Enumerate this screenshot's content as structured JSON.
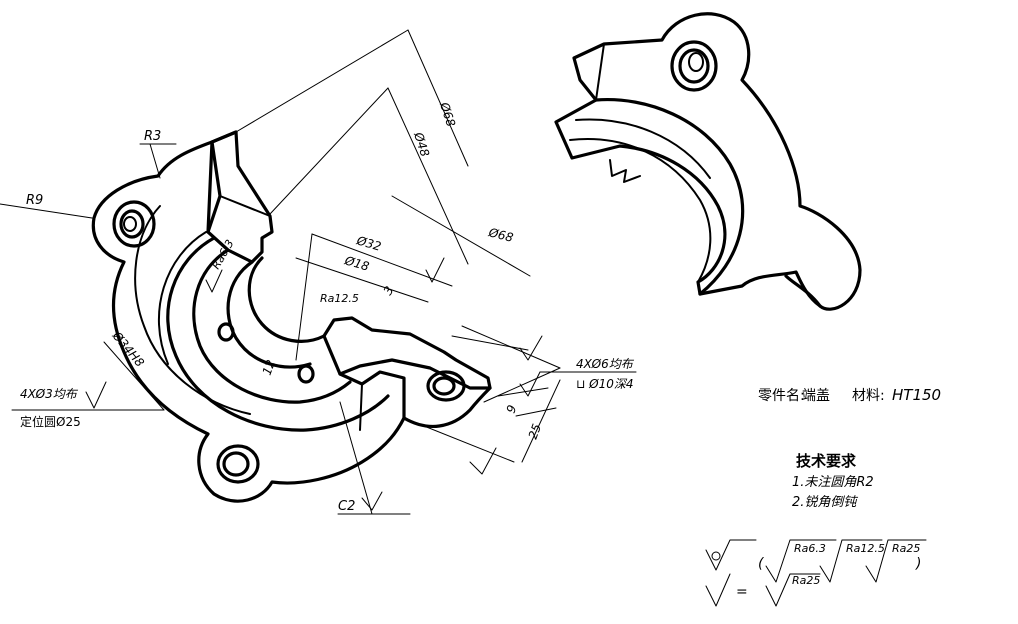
{
  "dimensions": {
    "r3": "R3",
    "r9": "R9",
    "d68_top": "Ø68",
    "d48": "Ø48",
    "d68_mid": "Ø68",
    "d32": "Ø32",
    "d18": "Ø18",
    "d34h8": "Ø34H8",
    "dim12": "12",
    "dim3": "3",
    "dim9": "9",
    "dim25": "25",
    "chamfer": "C2"
  },
  "roughness": {
    "ra63": "Ra6.3",
    "ra125": "Ra12.5"
  },
  "callouts": {
    "holes_3": "4XØ3均布",
    "pitch_circle": "定位圆Ø25",
    "holes_6": "4XØ6均布",
    "counterbore": "⊔ Ø10深4"
  },
  "title_block": {
    "part_label": "零件名:",
    "part_name": "端盖",
    "material_label": "材料:",
    "material": "HT150"
  },
  "tech_req": {
    "title": "技术要求",
    "item1": "1.未注圆角R2",
    "item2": "2.锐角倒钝"
  },
  "legend": {
    "open_paren": "(",
    "ra63": "Ra6.3",
    "ra125": "Ra12.5",
    "ra25": "Ra25",
    "close_paren": ")",
    "equals": "=",
    "ra25_b": "Ra25"
  }
}
